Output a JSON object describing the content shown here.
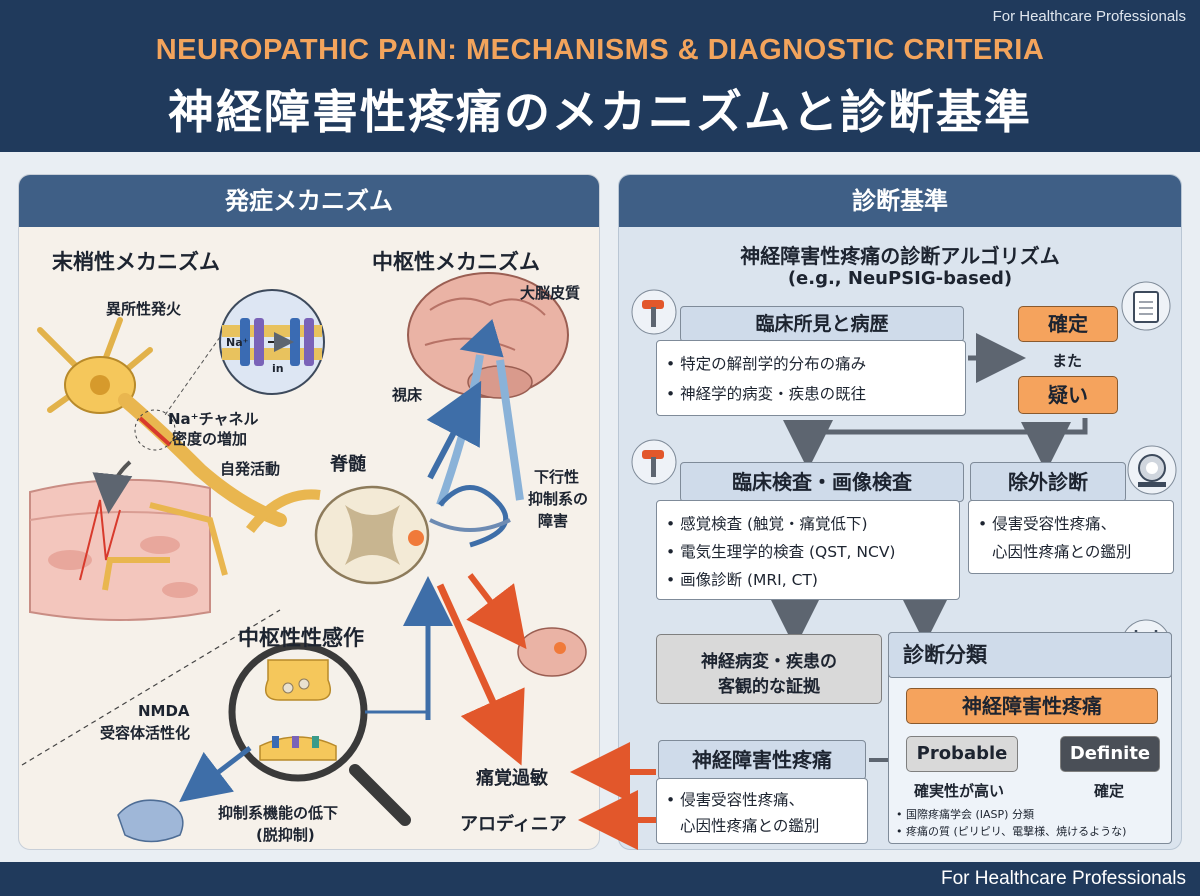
{
  "header": {
    "audience": "For Healthcare Professionals",
    "title_en": "NEUROPATHIC PAIN: MECHANISMS & DIAGNOSTIC CRITERIA",
    "title_jp": "神経障害性疼痛のメカニズムと診断基準"
  },
  "left": {
    "title": "発症メカニズム",
    "peripheral": {
      "title": "末梢性メカニズム",
      "ectopic": "異所性発火",
      "na_label": "Na⁺",
      "in_label": "in",
      "na_channel": "Na⁺チャネル",
      "density": "密度の増加",
      "spontaneous": "自発活動"
    },
    "central": {
      "title": "中枢性メカニズム",
      "cortex": "大脳皮質",
      "thalamus": "視床",
      "spinal": "脊髄",
      "descending_1": "下行性",
      "descending_2": "抑制系の",
      "descending_3": "障害"
    },
    "sensitization": {
      "title": "中枢性性感作",
      "nmda_1": "NMDA",
      "nmda_2": "受容体活性化",
      "inhib_1": "抑制系機能の低下",
      "inhib_2": "(脱抑制)"
    },
    "symptoms": {
      "hyperalgesia": "痛覚過敏",
      "allodynia": "アロディニア"
    }
  },
  "right": {
    "title": "診断基準",
    "algo_title": "神経障害性疼痛の診断アルゴリズム",
    "algo_sub": "(e.g., NeuPSIG-based)",
    "clinical": {
      "title": "臨床所見と病歴",
      "items": [
        "• 特定の解剖学的分布の痛み",
        "• 神経学的病変・疾患の既往"
      ]
    },
    "outcome": {
      "confirmed": "確定",
      "or": "また",
      "suspected": "疑い"
    },
    "exam": {
      "title": "臨床検査・画像検査",
      "items": [
        "• 感覚検査 (触覚・痛覚低下)",
        "• 電気生理学的検査 (QST, NCV)",
        "• 画像診断 (MRI, CT)"
      ]
    },
    "exclusion": {
      "title": "除外診断",
      "items": [
        "• 侵害受容性疼痛、",
        "心因性疼痛との鑑別"
      ]
    },
    "evidence": {
      "line1": "神経病変・疾患の",
      "line2": "客観的な証拠"
    },
    "classification": {
      "title": "診断分類",
      "np": "神経障害性疼痛",
      "probable": "Probable",
      "definite": "Definite",
      "probable_note": "確実性が高い",
      "definite_note": "確定",
      "note1": "• 国際疼痛学会 (IASP) 分類",
      "note2": "• 疼痛の質 (ピリピリ、電撃様、焼けるような)"
    },
    "np_box": {
      "title": "神経障害性疼痛",
      "items": [
        "• 侵害受容性疼痛、",
        "心因性疼痛との鑑別"
      ]
    }
  },
  "footer": {
    "audience": "For Healthcare Professionals"
  },
  "colors": {
    "navy": "#203a5c",
    "panel_header": "#3f5f86",
    "accent_orange": "#f5a35d",
    "arrow_blue": "#3e6ea8",
    "arrow_orange": "#e2572b",
    "arrow_grey": "#5d6570"
  }
}
